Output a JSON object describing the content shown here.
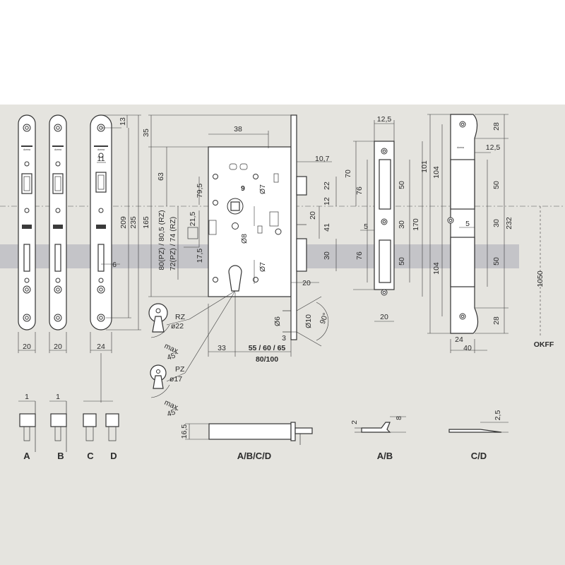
{
  "colors": {
    "background": "#e5e4df",
    "band": "#c4c4c8",
    "line": "#333333"
  },
  "faceplates": {
    "width_labels": [
      "20",
      "20",
      "24"
    ],
    "height_labels": [
      "13",
      "209",
      "235"
    ],
    "detail_labels": [
      "11",
      "6"
    ],
    "logo_text": "dorma"
  },
  "lock_body": {
    "top_dims": [
      "35",
      "38"
    ],
    "left_dims": [
      "63",
      "165",
      "79,5",
      "80(PZ) / 80,5 (RZ)",
      "72(PZ) / 74 (RZ)",
      "21,5",
      "17,5"
    ],
    "inner_dims": [
      "9",
      "Ø7",
      "Ø8",
      "Ø7"
    ],
    "right_dims": [
      "10,7",
      "22",
      "12",
      "20",
      "41",
      "30",
      "20"
    ],
    "backset_dims": [
      "33",
      "55 / 60 / 65",
      "80/100"
    ],
    "bolt_dims": [
      "Ø6",
      "3",
      "Ø10",
      "90°"
    ]
  },
  "cylinders": {
    "rz": {
      "name": "RZ",
      "diameter": "ø22",
      "angle_max": "max.",
      "angle_value": "45°"
    },
    "pz": {
      "name": "PZ",
      "diameter": "ø17",
      "angle_max": "max.",
      "angle_value": "45°"
    }
  },
  "strike_narrow": {
    "dims": [
      "12,5",
      "70",
      "76",
      "50",
      "5",
      "30",
      "170",
      "76",
      "50",
      "20"
    ]
  },
  "strike_wide": {
    "dims": [
      "28",
      "101",
      "104",
      "12,5",
      "50",
      "5",
      "30",
      "232",
      "104",
      "50",
      "28",
      "24",
      "40"
    ],
    "logo_text": "dorma"
  },
  "side_views": {
    "dims": [
      "1",
      "1"
    ],
    "labels": [
      "A",
      "B",
      "C",
      "D"
    ]
  },
  "bolt_section": {
    "dim": "16,5",
    "label": "A/B/C/D"
  },
  "section_ab": {
    "dims": [
      "2",
      "8"
    ],
    "label": "A/B"
  },
  "section_cd": {
    "dim": "2,5",
    "label": "C/D"
  },
  "floor": {
    "height": "1050",
    "label": "OKFF"
  }
}
